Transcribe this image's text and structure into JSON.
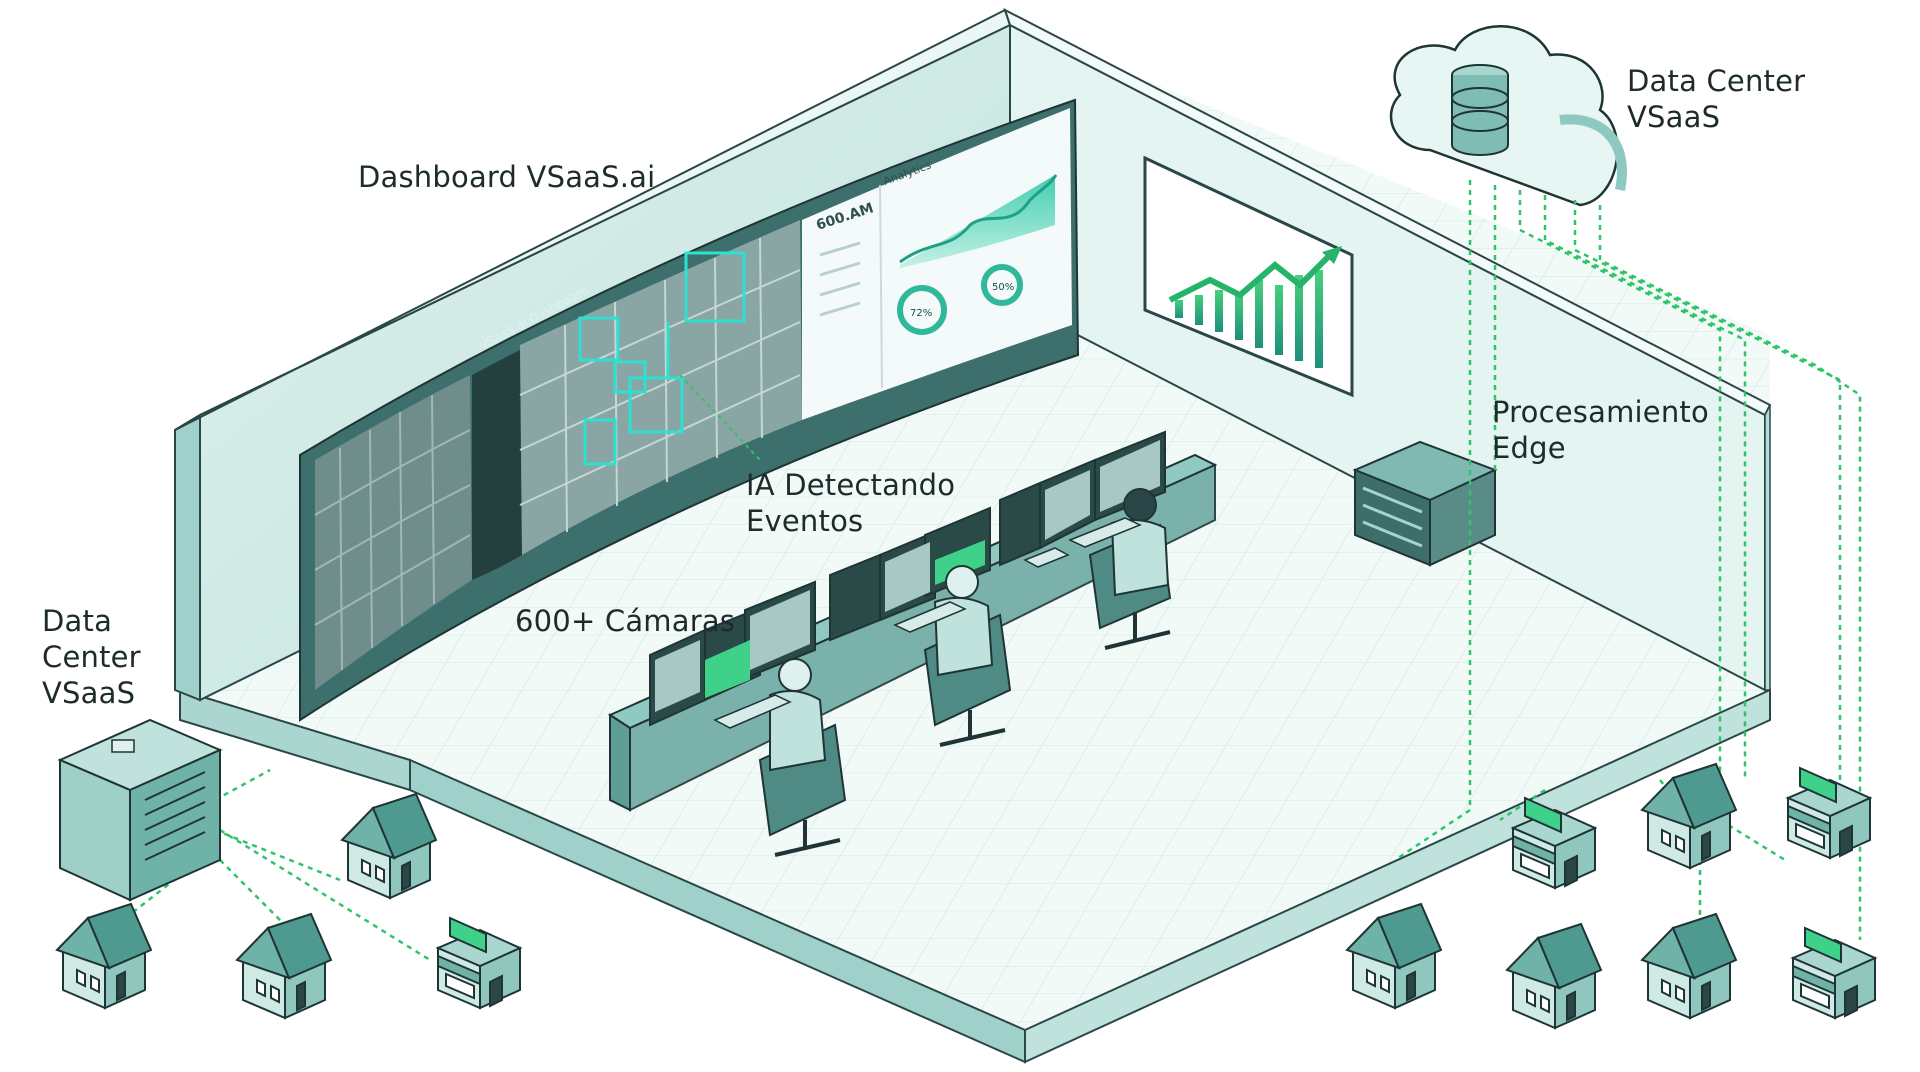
{
  "labels": {
    "dashboard": "Dashboard VSaaS.ai",
    "cloud_dc_line1": "Data Center",
    "cloud_dc_line2": "VSaaS",
    "edge_line1": "Procesamiento",
    "edge_line2": "Edge",
    "ai_line1": "IA Detectando",
    "ai_line2": "Eventos",
    "cameras": "600+ Cámaras",
    "local_dc_line1": "Data",
    "local_dc_line2": "Center",
    "local_dc_line3": "VSaaS"
  },
  "videowall": {
    "title": "VSaaS.ai Dashboard",
    "analytics_title": "Analytics",
    "metric_value": "600.AM",
    "gauge1": "72%",
    "gauge2": "50%"
  },
  "colors": {
    "teal_dark": "#3f8f86",
    "teal_mid": "#6fbab1",
    "teal_light": "#dff1ee",
    "accent_green": "#2fc46a",
    "ai_box": "#2ee0cf",
    "wall": "#cbe8e4",
    "floor": "#f1faf8",
    "outline": "#2b4646"
  },
  "icons": [
    "cloud-icon",
    "database-icon",
    "server-icon",
    "building-icon",
    "house-icon",
    "shop-icon",
    "operator-icon",
    "chart-icon"
  ]
}
